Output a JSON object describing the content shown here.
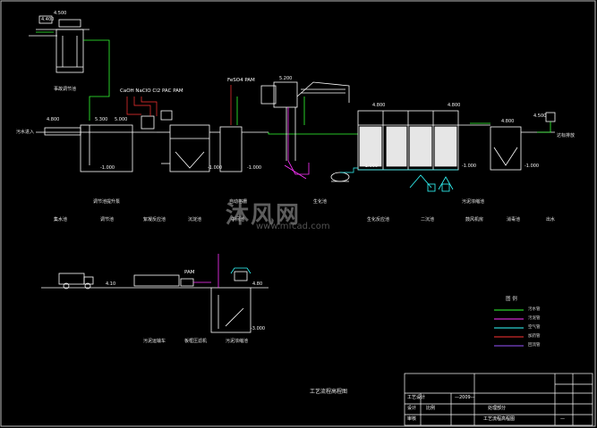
{
  "drawing": {
    "title": "工艺流程高程图",
    "elevations": {
      "sump_top": "4.500",
      "sump_a": "4.400",
      "inlet": "4.800",
      "grit": "5.300",
      "grit2": "5.000",
      "grit_bottom": "-1.000",
      "reactor_top": "5.200",
      "tank_a": "4.800",
      "tank_b": "4.800",
      "final": "4.800",
      "low_a": "-1.000",
      "low_b": "-1.000",
      "low_c": "-1.000",
      "low_d": "-1.000",
      "low_e": "-1.000",
      "lower_left": "4.10",
      "lower_right": "4.80",
      "lower_bottom": "-3.000",
      "top_right": "4.500"
    },
    "chemicals": {
      "dose1": "CaOH  NaClO  Cl2  PAC  PAM",
      "dose2": "FeSO4  PAM",
      "dose3": "PAM"
    },
    "tank_labels": [
      "集水池",
      "调节池",
      "絮凝反应池",
      "沉淀池",
      "中间池",
      "生化反应池",
      "二沉池",
      "鼓风机房",
      "消毒池",
      "出水"
    ],
    "upper_labels": [
      "事故调节池",
      "调节池提升泵"
    ],
    "mid_labels": [
      "自动格栅",
      "生化池",
      "污泥浓缩池"
    ],
    "lower_labels": [
      "污泥运输车",
      "板框压滤机",
      "污泥浓缩池"
    ],
    "side_labels": {
      "left_in": "污水进入",
      "right_out": "达标排放"
    },
    "legend": {
      "title": "图  例",
      "items": [
        "污水管",
        "污泥管",
        "空气管",
        "加药管",
        "回流管"
      ]
    },
    "title_block": {
      "dept": "工艺设计",
      "scale": "比例",
      "design": "设计",
      "check": "审核",
      "project": "处理部分",
      "drawing_name": "工艺流程高程图",
      "number": "—2009—",
      "num2": "—"
    },
    "watermark": {
      "text": "沐风网",
      "url": "www.mfcad.com"
    }
  }
}
